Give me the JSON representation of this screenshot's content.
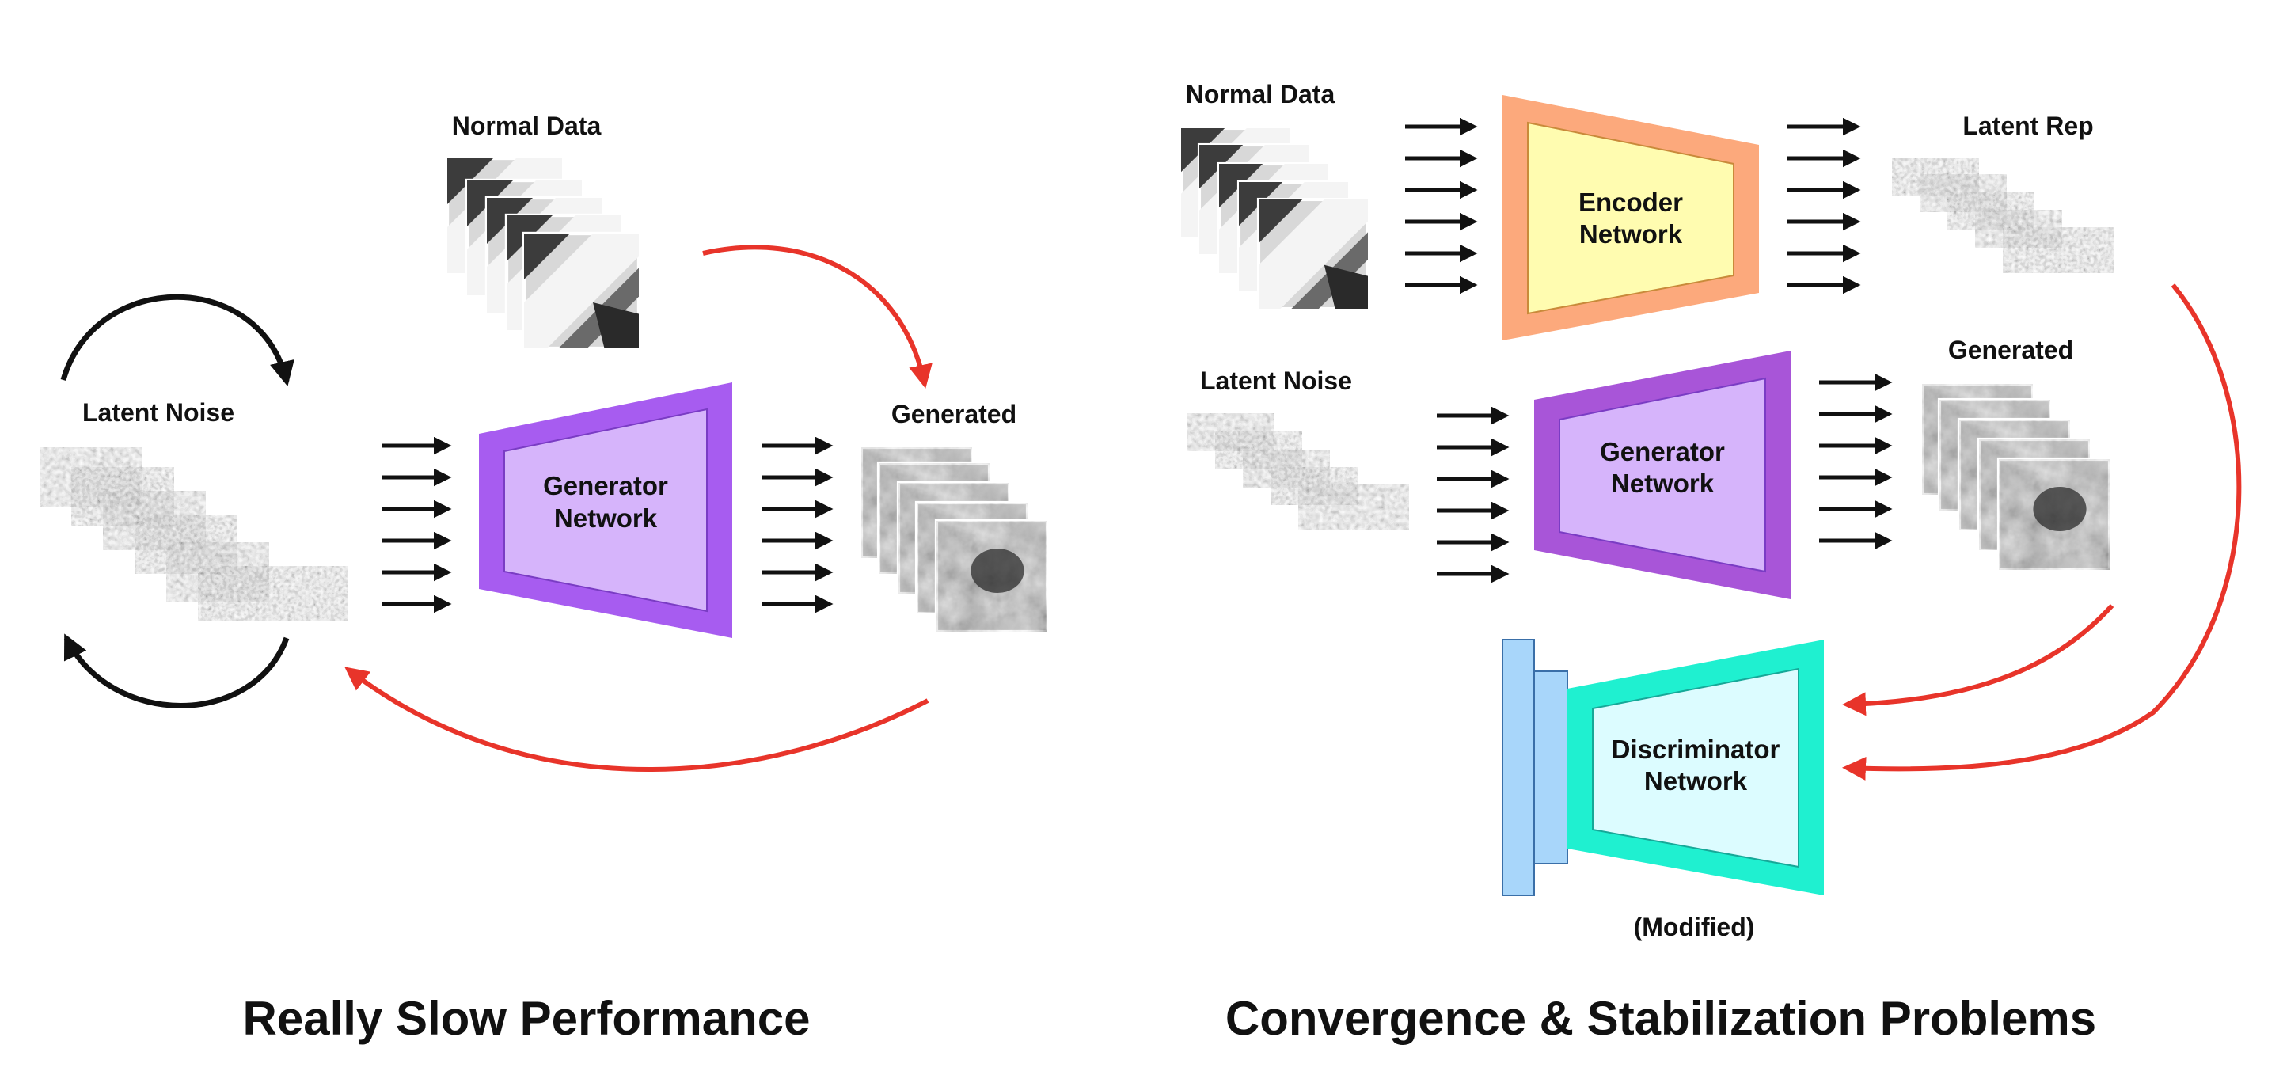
{
  "left": {
    "caption": "Really Slow Performance",
    "latent_noise_label": "Latent Noise",
    "normal_data_label": "Normal Data",
    "generated_label": "Generated",
    "generator": {
      "line1": "Generator",
      "line2": "Network"
    }
  },
  "right": {
    "caption": "Convergence & Stabilization Problems",
    "normal_data_label": "Normal Data",
    "latent_rep_label": "Latent Rep",
    "latent_noise_label": "Latent Noise",
    "generated_label": "Generated",
    "encoder": {
      "line1": "Encoder",
      "line2": "Network"
    },
    "generator": {
      "line1": "Generator",
      "line2": "Network"
    },
    "discriminator": {
      "line1": "Discriminator",
      "line2": "Network"
    },
    "modified_label": "(Modified)"
  },
  "colors": {
    "red_arrow": "#e8342a",
    "black_arrow": "#111111",
    "generator_outer": "#a75cf0",
    "generator_inner": "#d6b4fb",
    "generator_outer_right": "#a855d8",
    "encoder_outer": "#fca97c",
    "encoder_inner": "#fffcb0",
    "discriminator_outer": "#1ff0d0",
    "discriminator_inner": "#dcfcff",
    "discriminator_block": "#a8d6fa"
  },
  "icons": [
    "noise-image-stack-icon",
    "data-image-stack-icon",
    "generated-image-stack-icon",
    "flow-arrows-icon",
    "cycle-arrow-icon"
  ]
}
